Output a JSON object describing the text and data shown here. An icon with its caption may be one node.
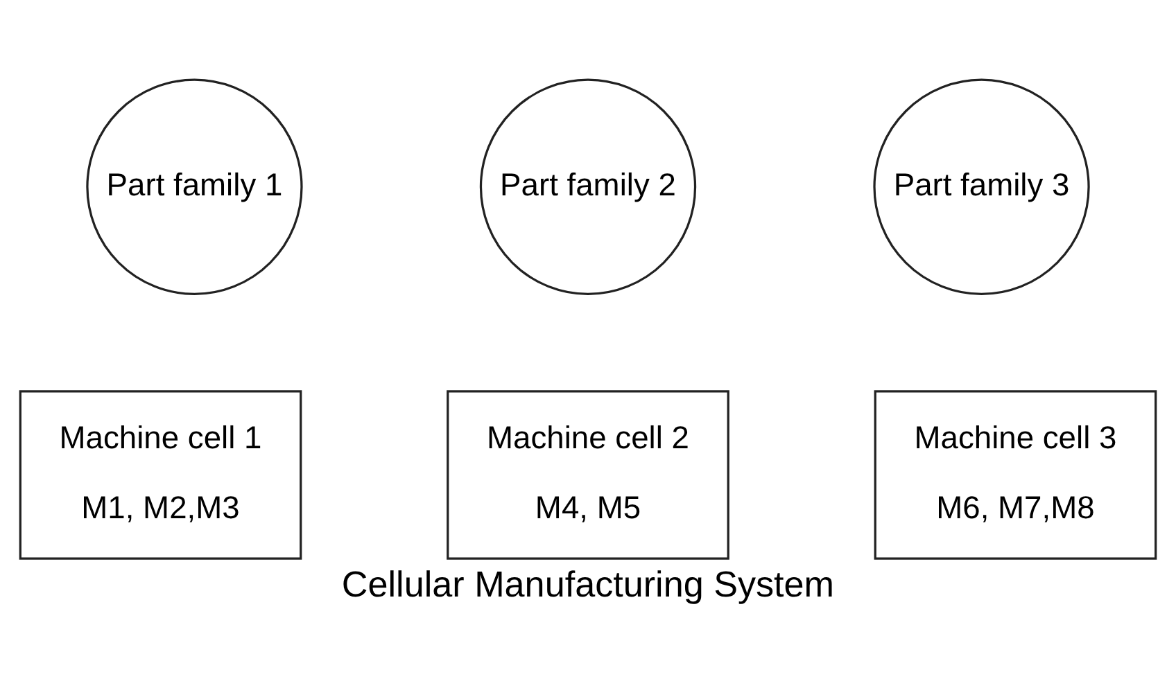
{
  "diagram": {
    "caption": "Cellular Manufacturing System",
    "nodes": [
      {
        "text": [
          "Part family 1"
        ]
      },
      {
        "text": [
          "Part family 2"
        ]
      },
      {
        "text": [
          "Part family 3"
        ]
      },
      {
        "text": [
          "Machine cell 1",
          "M1, M2,M3"
        ]
      },
      {
        "text": [
          "Machine cell 2",
          "M4, M5"
        ]
      },
      {
        "text": [
          "Machine cell 3",
          "M6, M7,M8"
        ]
      }
    ]
  }
}
